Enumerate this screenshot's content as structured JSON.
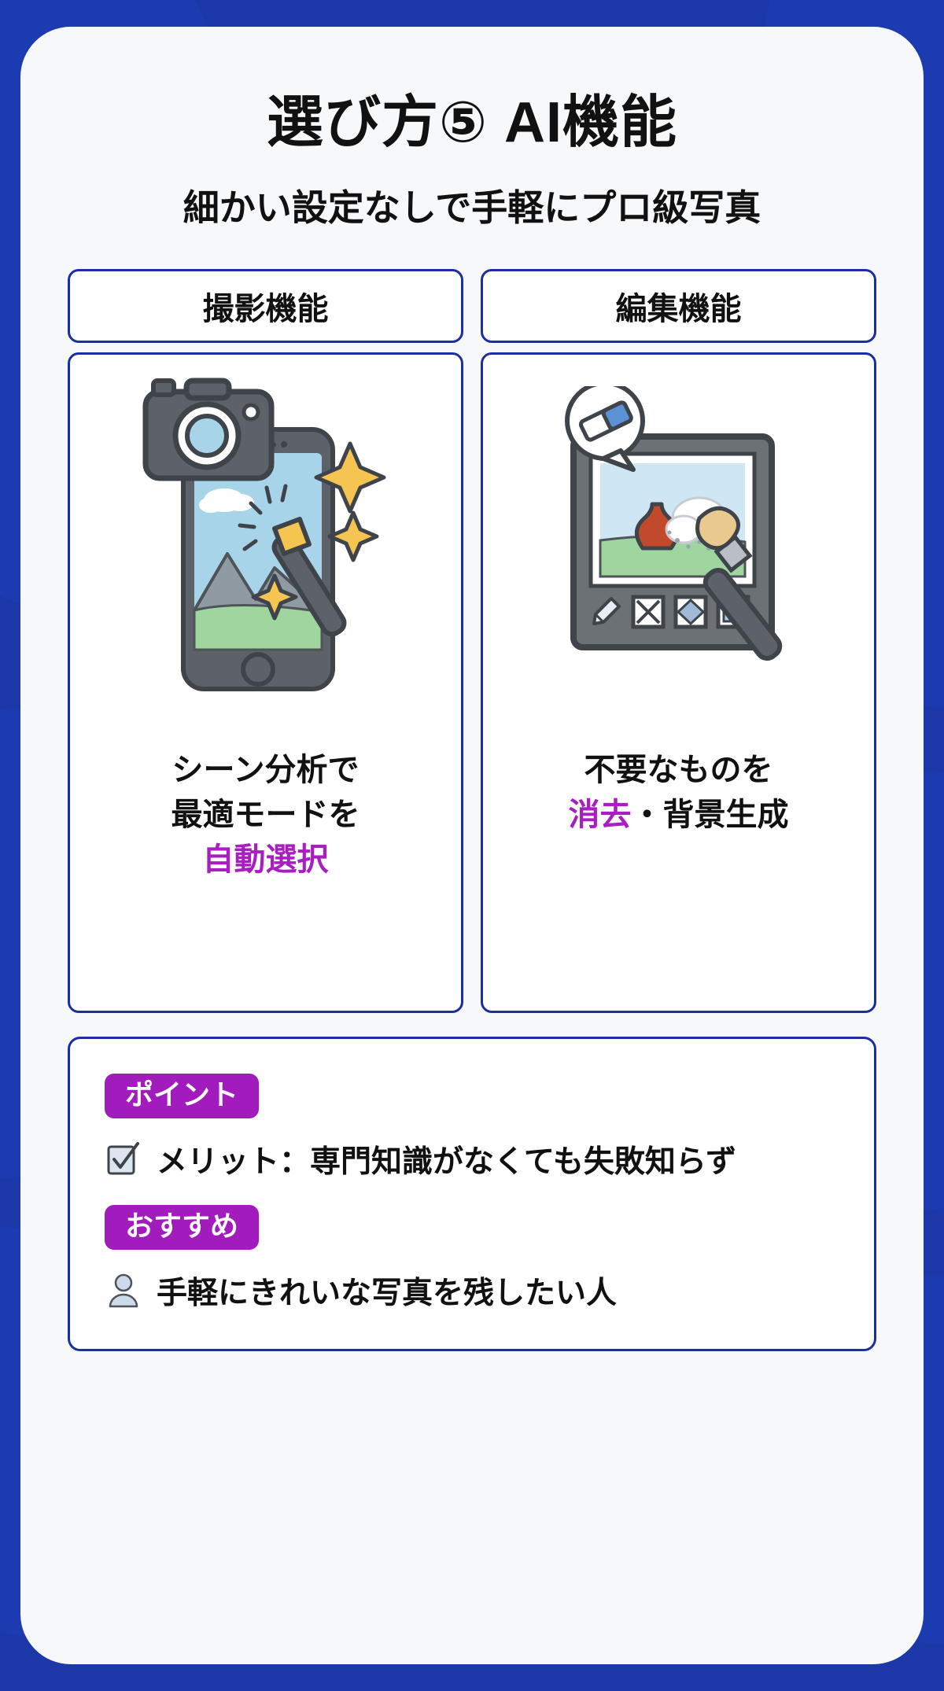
{
  "page": {
    "title": "選び方⑤ AI機能",
    "subtitle": "細かい設定なしで手軽にプロ級写真"
  },
  "colors": {
    "brand_blue": "#1b37a8",
    "border_blue": "#1b2f9e",
    "accent_purple": "#a81ec0",
    "badge_purple": "#a21bbd",
    "text_black": "#111111",
    "sheet_bg": "#f7f8fa"
  },
  "columns": [
    {
      "header": "撮影機能",
      "illustration": "camera-phone-sparkle-wand-illustration",
      "caption_lines": [
        "シーン分析で",
        "最適モードを"
      ],
      "caption_highlight": "自動選択"
    },
    {
      "header": "編集機能",
      "illustration": "photo-eraser-brush-illustration",
      "caption_lines": [
        "不要なものを"
      ],
      "caption_highlight": "消去",
      "caption_tail": "・背景生成"
    }
  ],
  "panel": {
    "point_badge": "ポイント",
    "point_text": "メリット：専門知識がなくても失敗知らず",
    "recommend_badge": "おすすめ",
    "recommend_text": "手軽にきれいな写真を残したい人",
    "point_icon": "checkbox-checked-icon",
    "recommend_icon": "person-icon"
  }
}
